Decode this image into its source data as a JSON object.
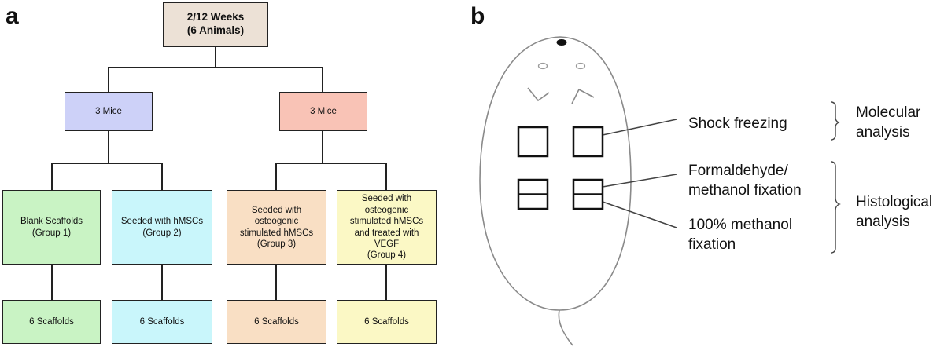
{
  "panel_a": {
    "letter": "a",
    "root": "2/12 Weeks\n(6 Animals)",
    "left_mice": "3 Mice",
    "right_mice": "3 Mice",
    "groups": [
      "Blank Scaffolds\n(Group 1)",
      "Seeded with hMSCs\n(Group 2)",
      "Seeded with\nosteogenic\nstimulated hMSCs\n(Group 3)",
      "Seeded with\nosteogenic\nstimulated hMSCs\nand treated with\nVEGF\n(Group 4)"
    ],
    "scaffolds": [
      "6 Scaffolds",
      "6 Scaffolds",
      "6 Scaffolds",
      "6 Scaffolds"
    ],
    "colors": {
      "root": "#ece1d6",
      "left_mice": "#cdd1f8",
      "right_mice": "#f9c3b6",
      "group1": "#c9f3c4",
      "group2": "#c9f6fb",
      "group3": "#f9dfc4",
      "group4": "#fbf8c5"
    }
  },
  "panel_b": {
    "letter": "b",
    "shock_freezing": "Shock freezing",
    "formaldehyde": "Formaldehyde/\nmethanol fixation",
    "methanol": "100% methanol\nfixation",
    "molecular": "Molecular\nanalysis",
    "histological": "Histological\nanalysis"
  }
}
